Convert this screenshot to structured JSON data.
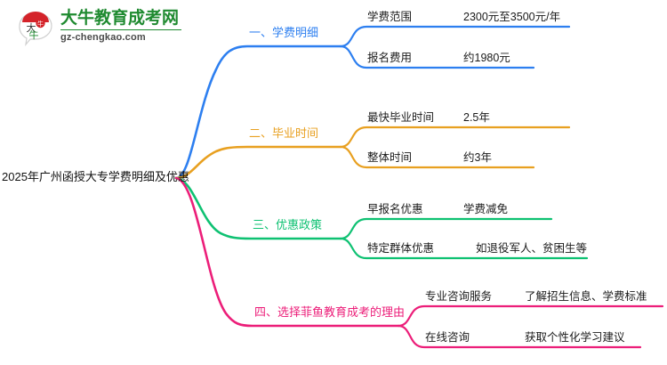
{
  "logo": {
    "mark_text": "大牛",
    "name_cn": "大牛教育成考网",
    "url": "gz-chengkao.com",
    "brand_color": "#1f8a30",
    "mark_color": "#d4232a"
  },
  "mindmap": {
    "root": {
      "label": "2025年广州函授大专学费明细及优惠"
    },
    "branches": [
      {
        "title": "一、学费明细",
        "color": "#2d7ff0",
        "children": [
          {
            "key": "学费范围",
            "value": "2300元至3500元/年"
          },
          {
            "key": "报名费用",
            "value": "约1980元"
          }
        ]
      },
      {
        "title": "二、毕业时间",
        "color": "#e8a020",
        "children": [
          {
            "key": "最快毕业时间",
            "value": "2.5年"
          },
          {
            "key": "整体时间",
            "value": "约3年"
          }
        ]
      },
      {
        "title": "三、优惠政策",
        "color": "#0ec172",
        "children": [
          {
            "key": "早报名优惠",
            "value": "学费减免"
          },
          {
            "key": "特定群体优惠",
            "value": "如退役军人、贫困生等"
          }
        ]
      },
      {
        "title": "四、选择菲鱼教育成考的理由",
        "color": "#ec1e79",
        "children": [
          {
            "key": "专业咨询服务",
            "value": "了解招生信息、学费标准"
          },
          {
            "key": "在线咨询",
            "value": "获取个性化学习建议"
          }
        ]
      }
    ]
  }
}
